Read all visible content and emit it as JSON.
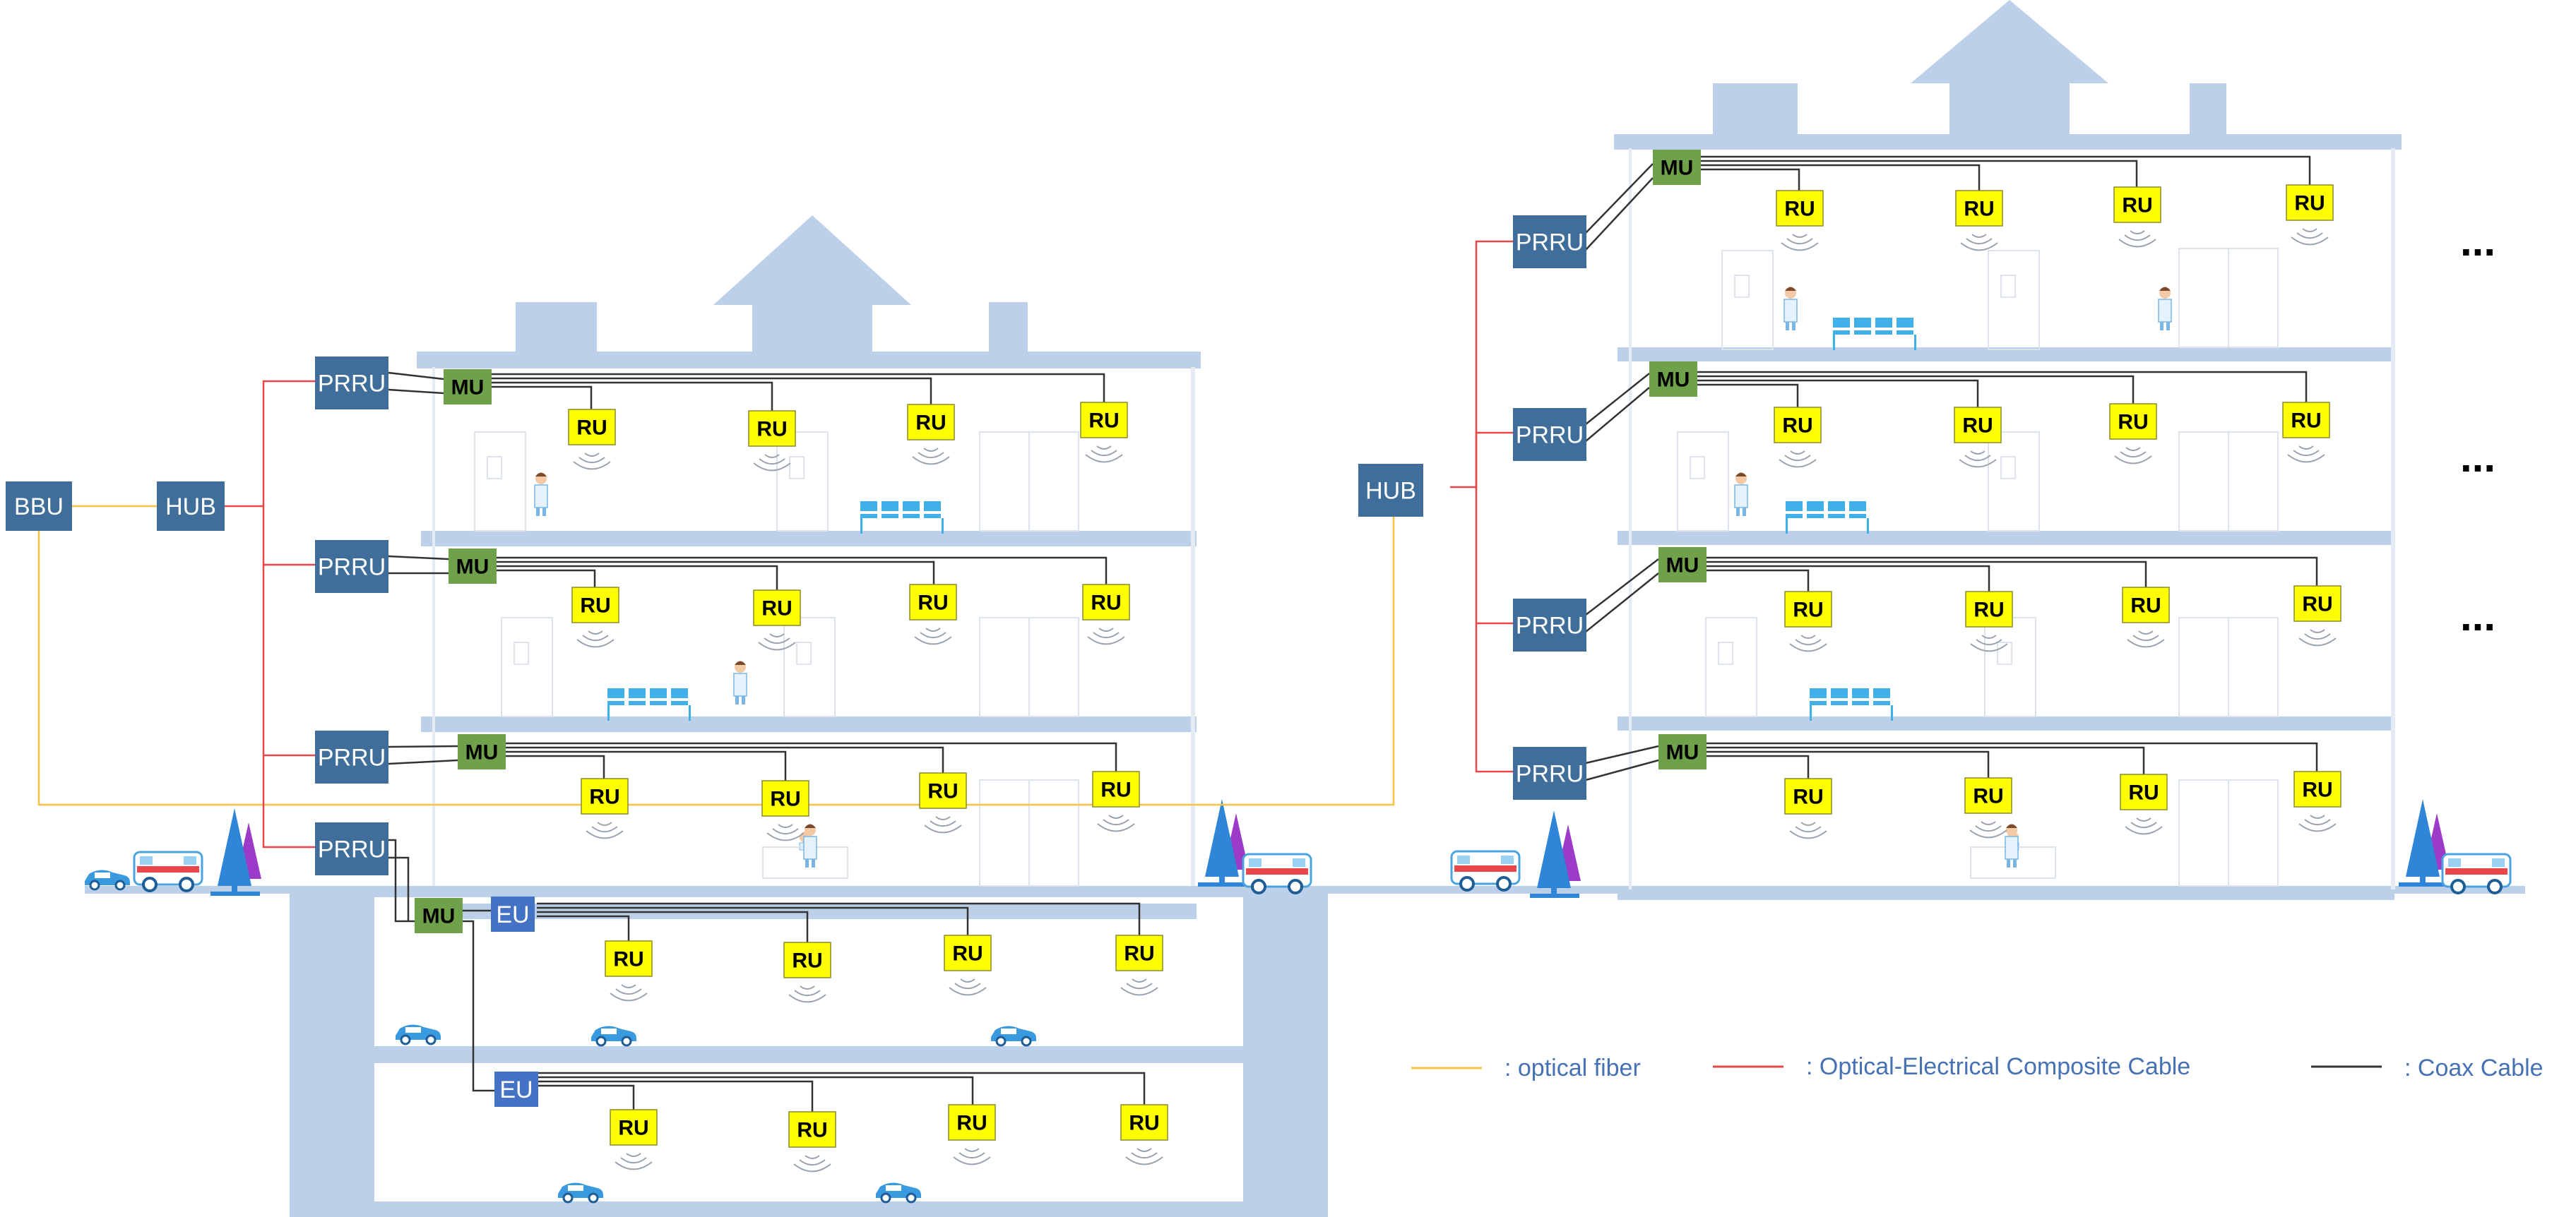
{
  "nodes": {
    "bbu": "BBU",
    "hub": "HUB",
    "prru": "PRRU",
    "mu": "MU",
    "eu": "EU",
    "ru": "RU"
  },
  "legend": {
    "fiber": ": optical fiber",
    "composite": ": Optical-Electrical Composite Cable",
    "coax": ": Coax Cable"
  },
  "ellipsis": "...",
  "colors": {
    "building": "#bdd0e9",
    "node_dark": "#3f6e9a",
    "mu": "#6fa14a",
    "eu": "#4472c4",
    "ru": "#ffff00",
    "fiber": "#f5c242",
    "composite": "#e8464a",
    "coax": "#333333",
    "legend_text": "#4672b4"
  }
}
